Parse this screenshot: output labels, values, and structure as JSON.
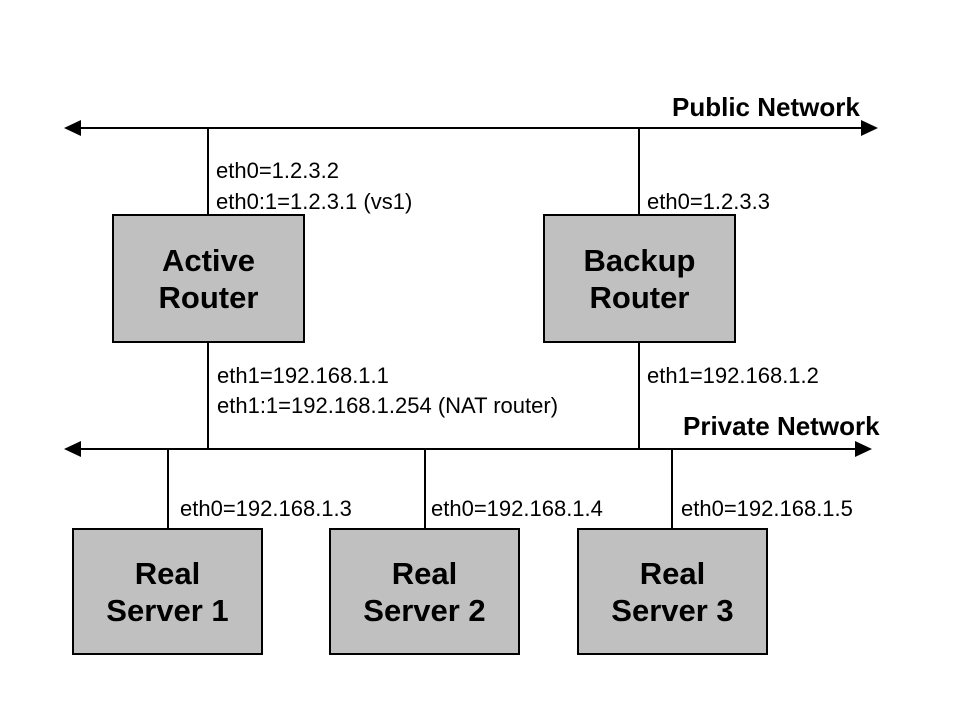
{
  "networks": {
    "public": {
      "label": "Public Network",
      "interfaces": {
        "active_router_line1": "eth0=1.2.3.2",
        "active_router_line2": "eth0:1=1.2.3.1 (vs1)",
        "backup_router": "eth0=1.2.3.3"
      }
    },
    "private": {
      "label": "Private Network",
      "interfaces": {
        "active_router_line1": "eth1=192.168.1.1",
        "active_router_line2": "eth1:1=192.168.1.254 (NAT router)",
        "backup_router": "eth1=192.168.1.2",
        "real_server_1": "eth0=192.168.1.3",
        "real_server_2": "eth0=192.168.1.4",
        "real_server_3": "eth0=192.168.1.5"
      }
    }
  },
  "nodes": {
    "active_router": {
      "line1": "Active",
      "line2": "Router"
    },
    "backup_router": {
      "line1": "Backup",
      "line2": "Router"
    },
    "real_server_1": {
      "line1": "Real",
      "line2": "Server 1"
    },
    "real_server_2": {
      "line1": "Real",
      "line2": "Server 2"
    },
    "real_server_3": {
      "line1": "Real",
      "line2": "Server 3"
    }
  },
  "colors": {
    "background": "#ffffff",
    "node_fill": "#c0c0c0",
    "node_border": "#000000",
    "line": "#000000",
    "text": "#000000"
  }
}
